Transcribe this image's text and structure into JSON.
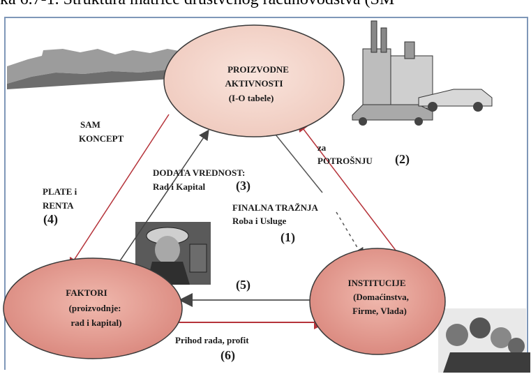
{
  "caption": "ka 6.7-1. Struktura matrice društvenog računovodstva (SM",
  "nodes": {
    "production": {
      "lines": [
        "PROIZVODNE",
        "AKTIVNOSTI",
        "(I-O tabele)"
      ]
    },
    "factors": {
      "lines": [
        "FAKTORI",
        "(proizvodnje:",
        "rad i kapital)"
      ]
    },
    "institutions": {
      "lines": [
        "INSTITUCIJE",
        "(Domaćinstva,",
        "Firme, Vlada)"
      ]
    }
  },
  "labels": {
    "concept_line1": "SAM",
    "concept_line2": "KONCEPT",
    "wages_line1": "PLATE i",
    "wages_line2": "RENTA",
    "wages_num": "(4)",
    "value_added_line1": "DODATA VREDNOST:",
    "value_added_line2": "Rad i Kapital",
    "value_added_num": "(3)",
    "consumption_line1": "za",
    "consumption_line2": "POTROŠNJU",
    "consumption_num": "(2)",
    "final_demand_line1": "FINALNA TRAŽNJA",
    "final_demand_line2": "Roba i Usluge",
    "final_demand_num": "(1)",
    "transfer_num": "(5)",
    "income_line": "Prihod rada, profit",
    "income_num": "(6)"
  },
  "colors": {
    "node_fill": "#f2d2c8",
    "node_fill_dark": "#e49a90",
    "node_stroke": "#3a3a3a",
    "red_arrow": "#b5333a",
    "grey_arrow": "#444444"
  },
  "images": [
    "skyline-image",
    "factory-image",
    "firefighter-image",
    "family-image"
  ]
}
